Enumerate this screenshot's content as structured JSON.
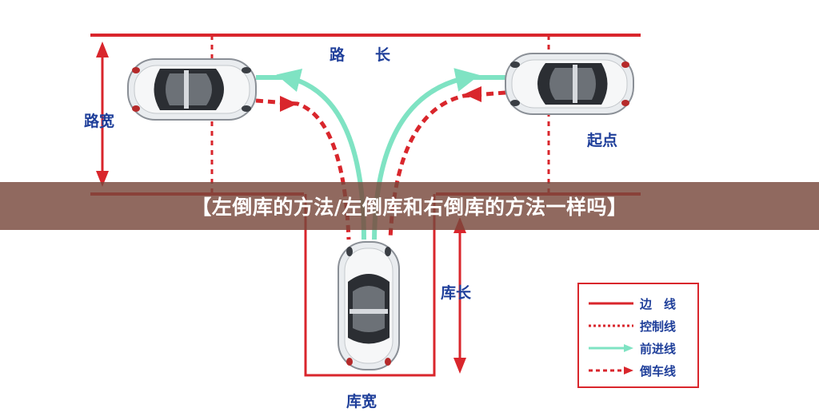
{
  "labels": {
    "road_length": "路　　长",
    "road_width": "路宽",
    "start_point": "起点",
    "garage_length": "库长",
    "garage_width": "库宽"
  },
  "banner": {
    "title": "【左倒库的方法/左倒库和右倒库的方法一样吗】"
  },
  "legend": {
    "items": [
      {
        "label": "边　线",
        "style": "solid",
        "color": "#d9262c"
      },
      {
        "label": "控制线",
        "style": "dotted",
        "color": "#d9262c"
      },
      {
        "label": "前进线",
        "style": "arrow",
        "color": "#7fe3c3"
      },
      {
        "label": "倒车线",
        "style": "dashed-arrow",
        "color": "#d9262c"
      }
    ]
  },
  "colors": {
    "boundary": "#d9262c",
    "forward": "#7fe3c3",
    "label_text": "#1f3f9a",
    "car_body": "#e9ecef"
  }
}
